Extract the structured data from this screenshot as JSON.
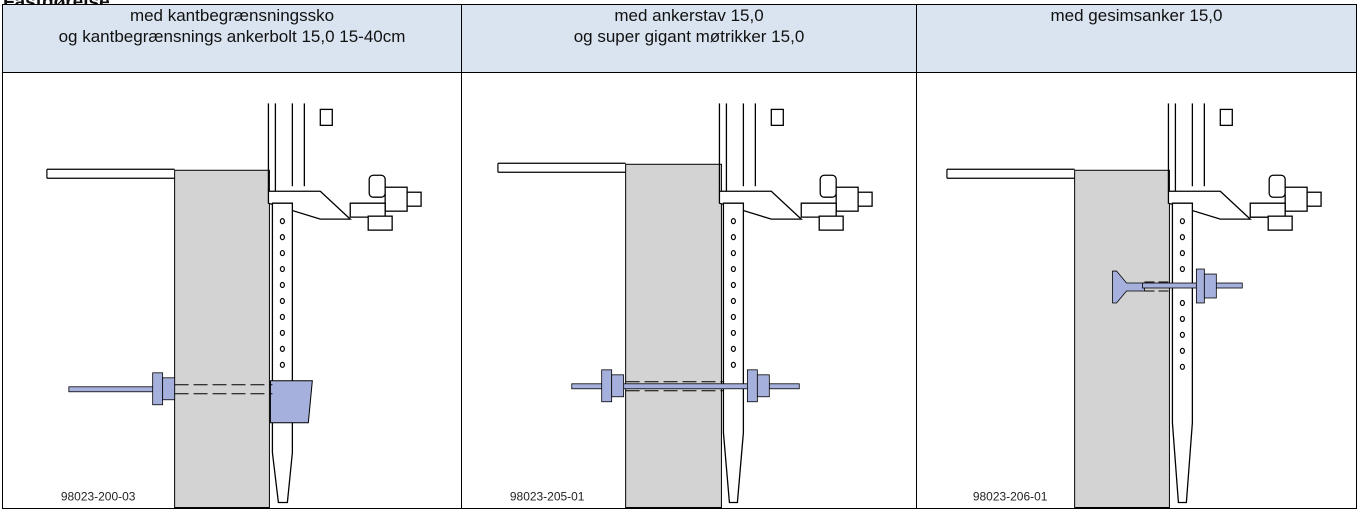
{
  "section_title": "Fastgørelse",
  "columns": [
    {
      "header_line1": "med kantbegrænsningssko",
      "header_line2": "og kantbegrænsnings ankerbolt 15,0 15-40cm",
      "figure_code": "98023-200-03"
    },
    {
      "header_line1": "med ankerstav 15,0",
      "header_line2": "og super gigant møtrikker 15,0",
      "figure_code": "98023-205-01"
    },
    {
      "header_line1": "med gesimsanker 15,0",
      "header_line2": "",
      "figure_code": "98023-206-01"
    }
  ],
  "colors": {
    "header_bg": "#d9e4f0",
    "slab": "#d3d3d3",
    "anchor": "#a6b0dc",
    "line": "#000000"
  }
}
